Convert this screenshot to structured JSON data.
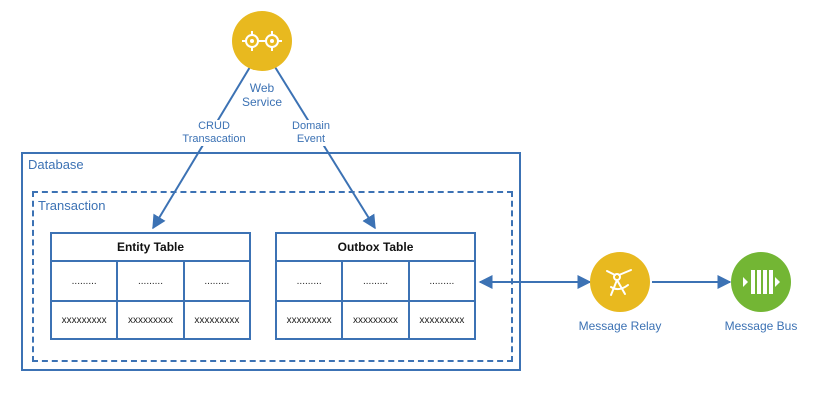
{
  "web_service": {
    "label_line1": "Web",
    "label_line2": "Service"
  },
  "edges": {
    "crud": {
      "line1": "CRUD",
      "line2": "Transacation"
    },
    "domain": {
      "line1": "Domain",
      "line2": "Event"
    }
  },
  "database": {
    "label": "Database"
  },
  "transaction": {
    "label": "Transaction"
  },
  "entity_table": {
    "title": "Entity Table",
    "rows": [
      [
        ".........",
        ".........",
        "........."
      ],
      [
        "xxxxxxxxx",
        "xxxxxxxxx",
        "xxxxxxxxx"
      ]
    ]
  },
  "outbox_table": {
    "title": "Outbox Table",
    "rows": [
      [
        ".........",
        ".........",
        "........."
      ],
      [
        "xxxxxxxxx",
        "xxxxxxxxx",
        "xxxxxxxxx"
      ]
    ]
  },
  "message_relay": {
    "label": "Message Relay"
  },
  "message_bus": {
    "label": "Message Bus"
  },
  "colors": {
    "accent": "#3c72b4",
    "node_yellow": "#e8b91f",
    "node_green": "#73b634"
  },
  "icons": {
    "web_service": "gears-icon",
    "message_relay": "compass-icon",
    "message_bus": "queue-icon"
  }
}
